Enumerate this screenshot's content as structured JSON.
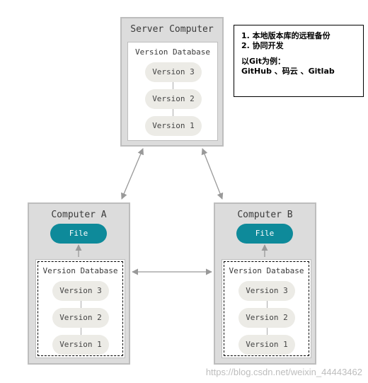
{
  "server": {
    "title": "Server Computer",
    "db_title": "Version Database",
    "versions": [
      "Version 3",
      "Version 2",
      "Version 1"
    ]
  },
  "computer_a": {
    "title": "Computer A",
    "file": "File",
    "db_title": "Version Database",
    "versions": [
      "Version 3",
      "Version 2",
      "Version 1"
    ]
  },
  "computer_b": {
    "title": "Computer B",
    "file": "File",
    "db_title": "Version Database",
    "versions": [
      "Version 3",
      "Version 2",
      "Version 1"
    ]
  },
  "note": {
    "line1": "1. 本地版本库的远程备份",
    "line2": "2. 协同开发",
    "line3": "以Git为例：",
    "line4": "GitHub 、码云 、Gitlab"
  },
  "watermark": "https://blog.csdn.net/weixin_44443462",
  "colors": {
    "computer_bg": "#dcdcdc",
    "file_accent": "#0e8a9a",
    "version_pill": "#ecebe6"
  }
}
